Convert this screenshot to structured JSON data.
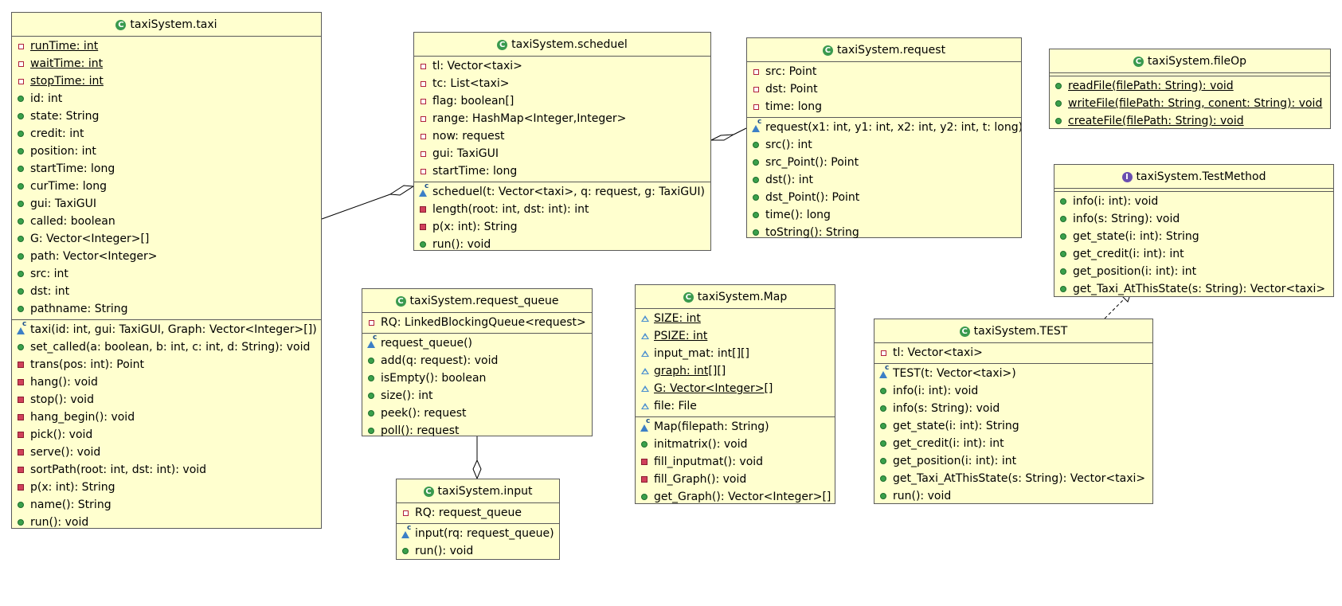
{
  "classes": {
    "taxi": {
      "title": "taxiSystem.taxi",
      "kind": "class",
      "attributes": [
        {
          "text": "runTime: int",
          "vis": "private",
          "static": true
        },
        {
          "text": "waitTime: int",
          "vis": "private",
          "static": true
        },
        {
          "text": "stopTime: int",
          "vis": "private",
          "static": true
        },
        {
          "text": "id: int",
          "vis": "public"
        },
        {
          "text": "state: String",
          "vis": "public"
        },
        {
          "text": "credit: int",
          "vis": "public"
        },
        {
          "text": "position: int",
          "vis": "public"
        },
        {
          "text": "startTime: long",
          "vis": "public"
        },
        {
          "text": "curTime: long",
          "vis": "public"
        },
        {
          "text": "gui: TaxiGUI",
          "vis": "public"
        },
        {
          "text": "called: boolean",
          "vis": "public"
        },
        {
          "text": "G: Vector<Integer>[]",
          "vis": "public"
        },
        {
          "text": "path: Vector<Integer>",
          "vis": "public"
        },
        {
          "text": "src: int",
          "vis": "public"
        },
        {
          "text": "dst: int",
          "vis": "public"
        },
        {
          "text": "pathname: String",
          "vis": "public"
        }
      ],
      "methods": [
        {
          "text": "taxi(id: int, gui: TaxiGUI, Graph: Vector<Integer>[])",
          "vis": "ctor"
        },
        {
          "text": "set_called(a: boolean, b: int, c: int, d: String): void",
          "vis": "public"
        },
        {
          "text": "trans(pos: int): Point",
          "vis": "private"
        },
        {
          "text": "hang(): void",
          "vis": "private"
        },
        {
          "text": "stop(): void",
          "vis": "private"
        },
        {
          "text": "hang_begin(): void",
          "vis": "private"
        },
        {
          "text": "pick(): void",
          "vis": "private"
        },
        {
          "text": "serve(): void",
          "vis": "private"
        },
        {
          "text": "sortPath(root: int, dst: int): void",
          "vis": "private"
        },
        {
          "text": "p(x: int): String",
          "vis": "private"
        },
        {
          "text": "name(): String",
          "vis": "public"
        },
        {
          "text": "run(): void",
          "vis": "public"
        }
      ]
    },
    "scheduel": {
      "title": "taxiSystem.scheduel",
      "kind": "class",
      "attributes": [
        {
          "text": "tl: Vector<taxi>",
          "vis": "private"
        },
        {
          "text": "tc: List<taxi>",
          "vis": "private"
        },
        {
          "text": "flag: boolean[]",
          "vis": "private"
        },
        {
          "text": "range: HashMap<Integer,Integer>",
          "vis": "private"
        },
        {
          "text": "now: request",
          "vis": "private"
        },
        {
          "text": "gui: TaxiGUI",
          "vis": "private"
        },
        {
          "text": "startTime: long",
          "vis": "private"
        }
      ],
      "methods": [
        {
          "text": "scheduel(t: Vector<taxi>, q: request, g: TaxiGUI)",
          "vis": "ctor"
        },
        {
          "text": "length(root: int, dst: int): int",
          "vis": "private"
        },
        {
          "text": "p(x: int): String",
          "vis": "private"
        },
        {
          "text": "run(): void",
          "vis": "public"
        }
      ]
    },
    "request": {
      "title": "taxiSystem.request",
      "kind": "class",
      "attributes": [
        {
          "text": "src: Point",
          "vis": "private"
        },
        {
          "text": "dst: Point",
          "vis": "private"
        },
        {
          "text": "time: long",
          "vis": "private"
        }
      ],
      "methods": [
        {
          "text": "request(x1: int, y1: int, x2: int, y2: int, t: long)",
          "vis": "ctor"
        },
        {
          "text": "src(): int",
          "vis": "public"
        },
        {
          "text": "src_Point(): Point",
          "vis": "public"
        },
        {
          "text": "dst(): int",
          "vis": "public"
        },
        {
          "text": "dst_Point(): Point",
          "vis": "public"
        },
        {
          "text": "time(): long",
          "vis": "public"
        },
        {
          "text": "toString(): String",
          "vis": "public"
        }
      ]
    },
    "fileOp": {
      "title": "taxiSystem.fileOp",
      "kind": "class",
      "attributes": [],
      "methods": [
        {
          "text": "readFile(filePath: String): void",
          "vis": "public",
          "static": true
        },
        {
          "text": "writeFile(filePath: String, conent: String): void",
          "vis": "public",
          "static": true
        },
        {
          "text": "createFile(filePath: String): void",
          "vis": "public",
          "static": true
        }
      ]
    },
    "TestMethod": {
      "title": "taxiSystem.TestMethod",
      "kind": "interface",
      "attributes": [],
      "methods": [
        {
          "text": "info(i: int): void",
          "vis": "public"
        },
        {
          "text": "info(s: String): void",
          "vis": "public"
        },
        {
          "text": "get_state(i: int): String",
          "vis": "public"
        },
        {
          "text": "get_credit(i: int): int",
          "vis": "public"
        },
        {
          "text": "get_position(i: int): int",
          "vis": "public"
        },
        {
          "text": "get_Taxi_AtThisState(s: String): Vector<taxi>",
          "vis": "public"
        }
      ]
    },
    "request_queue": {
      "title": "taxiSystem.request_queue",
      "kind": "class",
      "attributes": [
        {
          "text": "RQ: LinkedBlockingQueue<request>",
          "vis": "private"
        }
      ],
      "methods": [
        {
          "text": "request_queue()",
          "vis": "ctor"
        },
        {
          "text": "add(q: request): void",
          "vis": "public"
        },
        {
          "text": "isEmpty(): boolean",
          "vis": "public"
        },
        {
          "text": "size(): int",
          "vis": "public"
        },
        {
          "text": "peek(): request",
          "vis": "public"
        },
        {
          "text": "poll(): request",
          "vis": "public"
        }
      ]
    },
    "Map": {
      "title": "taxiSystem.Map",
      "kind": "class",
      "attributes": [
        {
          "text": "SIZE: int",
          "vis": "package",
          "static": true
        },
        {
          "text": "PSIZE: int",
          "vis": "package",
          "static": true
        },
        {
          "text": "input_mat: int[][]",
          "vis": "package"
        },
        {
          "text": "graph: int[][]",
          "vis": "package",
          "static": true
        },
        {
          "text": "G: Vector<Integer>[]",
          "vis": "package",
          "static": true
        },
        {
          "text": "file: File",
          "vis": "package"
        }
      ],
      "methods": [
        {
          "text": "Map(filepath: String)",
          "vis": "ctor"
        },
        {
          "text": "initmatrix(): void",
          "vis": "public"
        },
        {
          "text": "fill_inputmat(): void",
          "vis": "private"
        },
        {
          "text": "fill_Graph(): void",
          "vis": "private"
        },
        {
          "text": "get_Graph(): Vector<Integer>[]",
          "vis": "public"
        }
      ]
    },
    "TEST": {
      "title": "taxiSystem.TEST",
      "kind": "class",
      "attributes": [
        {
          "text": "tl: Vector<taxi>",
          "vis": "private"
        }
      ],
      "methods": [
        {
          "text": "TEST(t: Vector<taxi>)",
          "vis": "ctor"
        },
        {
          "text": "info(i: int): void",
          "vis": "public"
        },
        {
          "text": "info(s: String): void",
          "vis": "public"
        },
        {
          "text": "get_state(i: int): String",
          "vis": "public"
        },
        {
          "text": "get_credit(i: int): int",
          "vis": "public"
        },
        {
          "text": "get_position(i: int): int",
          "vis": "public"
        },
        {
          "text": "get_Taxi_AtThisState(s: String): Vector<taxi>",
          "vis": "public"
        },
        {
          "text": "run(): void",
          "vis": "public"
        }
      ]
    },
    "input": {
      "title": "taxiSystem.input",
      "kind": "class",
      "attributes": [
        {
          "text": "RQ: request_queue",
          "vis": "private"
        }
      ],
      "methods": [
        {
          "text": "input(rq: request_queue)",
          "vis": "ctor"
        },
        {
          "text": "run(): void",
          "vis": "public"
        }
      ]
    }
  },
  "relations": [
    {
      "type": "aggregation",
      "from": "taxi",
      "to": "scheduel"
    },
    {
      "type": "aggregation",
      "from": "request",
      "to": "scheduel"
    },
    {
      "type": "aggregation",
      "from": "request_queue",
      "to": "input"
    },
    {
      "type": "realization",
      "from": "TEST",
      "to": "TestMethod"
    }
  ]
}
